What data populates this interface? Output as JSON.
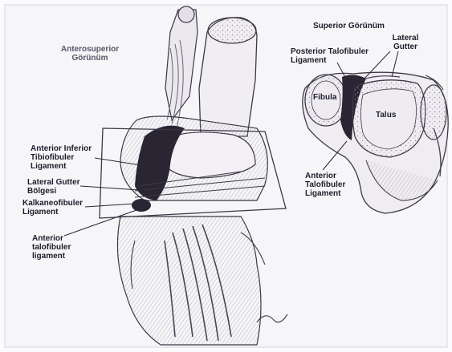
{
  "figure": {
    "anterosuperior_view": {
      "title": "Anterosuperior\nGörünüm",
      "labels": {
        "aitfl": "Anterior Inferior\nTibiofibuler\nLigament",
        "lateral_gutter": "Lateral Gutter\nBölgesi",
        "calcaneofibular": "Kalkaneofibuler\nLigament",
        "atfl": "Anterior\ntalofibuler\nligament"
      }
    },
    "superior_view": {
      "title": "Superior Görünüm",
      "labels": {
        "lateral_gutter": "Lateral\nGutter",
        "ptfl": "Posterior Talofibuler\nLigament",
        "fibula": "Fibula",
        "talus": "Talus",
        "atfl": "Anterior\nTalofibuler\nLigament"
      }
    }
  }
}
